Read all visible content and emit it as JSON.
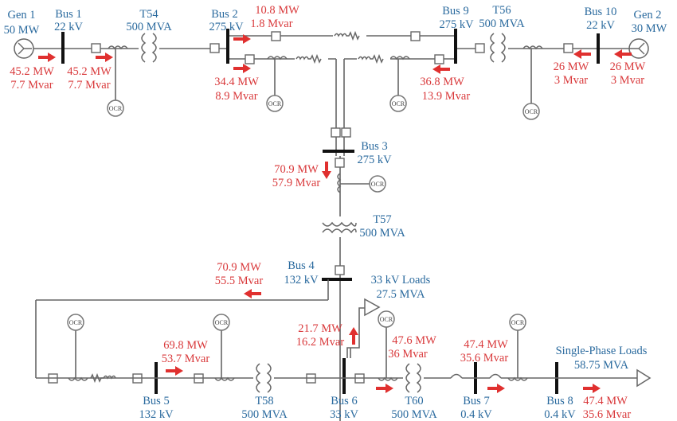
{
  "colors": {
    "label": "#2a6a9e",
    "flow": "#d9393b",
    "arrow": "#e0302f",
    "wire": "#666666",
    "bus": "#111111"
  },
  "generators": [
    {
      "name": "Gen 1",
      "rating": "50 MW"
    },
    {
      "name": "Gen 2",
      "rating": "30 MW"
    }
  ],
  "buses": [
    {
      "name": "Bus 1",
      "voltage": "22 kV"
    },
    {
      "name": "Bus 2",
      "voltage": "275 kV"
    },
    {
      "name": "Bus 3",
      "voltage": "275 kV"
    },
    {
      "name": "Bus 4",
      "voltage": "132 kV"
    },
    {
      "name": "Bus 5",
      "voltage": "132 kV"
    },
    {
      "name": "Bus 6",
      "voltage": "33 kV"
    },
    {
      "name": "Bus 7",
      "voltage": "0.4 kV"
    },
    {
      "name": "Bus 8",
      "voltage": "0.4 kV"
    },
    {
      "name": "Bus 9",
      "voltage": "275 kV"
    },
    {
      "name": "Bus 10",
      "voltage": "22 kV"
    }
  ],
  "transformers": [
    {
      "name": "T54",
      "rating": "500 MVA"
    },
    {
      "name": "T56",
      "rating": "500 MVA"
    },
    {
      "name": "T57",
      "rating": "500 MVA"
    },
    {
      "name": "T58",
      "rating": "500 MVA"
    },
    {
      "name": "T60",
      "rating": "500 MVA"
    }
  ],
  "loads": [
    {
      "name": "33 kV Loads",
      "rating": "27.5 MVA"
    },
    {
      "name": "Single-Phase Loads",
      "rating": "58.75 MVA"
    }
  ],
  "relay_label": "OCR",
  "flows": {
    "gen1_out": {
      "p": "45.2 MW",
      "q": "7.7 Mvar",
      "direction": "right"
    },
    "bus1_t54": {
      "p": "45.2 MW",
      "q": "7.7 Mvar",
      "direction": "right"
    },
    "bus2_bus9": {
      "p": "10.8 MW",
      "q": "1.8 Mvar",
      "direction": "right"
    },
    "bus2_bus3": {
      "p": "34.4 MW",
      "q": "8.9 Mvar",
      "direction": "right"
    },
    "bus9_bus3": {
      "p": "36.8 MW",
      "q": "13.9 Mvar",
      "direction": "left"
    },
    "t56_bus10": {
      "p": "26 MW",
      "q": "3 Mvar",
      "direction": "left"
    },
    "gen2_out": {
      "p": "26 MW",
      "q": "3 Mvar",
      "direction": "left"
    },
    "bus3_t57": {
      "p": "70.9 MW",
      "q": "57.9 Mvar",
      "direction": "down"
    },
    "bus4_bus5": {
      "p": "70.9 MW",
      "q": "55.5 Mvar",
      "direction": "left"
    },
    "bus5_t58": {
      "p": "69.8 MW",
      "q": "53.7 Mvar",
      "direction": "right"
    },
    "bus6_loads": {
      "p": "21.7 MW",
      "q": "16.2 Mvar",
      "direction": "up"
    },
    "bus6_t60": {
      "p": "47.6 MW",
      "q": "36 Mvar",
      "direction": "right"
    },
    "bus7_bus8": {
      "p": "47.4 MW",
      "q": "35.6 Mvar",
      "direction": "right"
    },
    "bus8_loads": {
      "p": "47.4 MW",
      "q": "35.6 Mvar",
      "direction": "right"
    }
  }
}
